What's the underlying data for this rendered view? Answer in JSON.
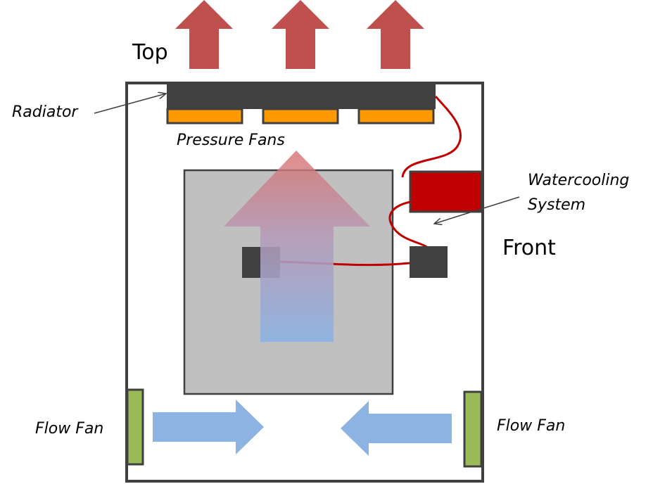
{
  "labels": {
    "top": "Top",
    "front": "Front",
    "radiator": "Radiator",
    "pressure_fans": "Pressure Fans",
    "watercooling_line1": "Watercooling",
    "watercooling_line2": "System",
    "flow_fan_left": "Flow Fan",
    "flow_fan_right": "Flow Fan"
  },
  "colors": {
    "exhaust_arrow": "#c0504d",
    "intake_arrow": "#8db3e2",
    "case_border": "#404040",
    "radiator": "#404040",
    "pressure_fan": "#ff9900",
    "motherboard": "#c0c0c0",
    "pump_reservoir": "#c00000",
    "tube": "#c00000",
    "cpu_block": "#404040",
    "flow_fan": "#9bbb59"
  }
}
